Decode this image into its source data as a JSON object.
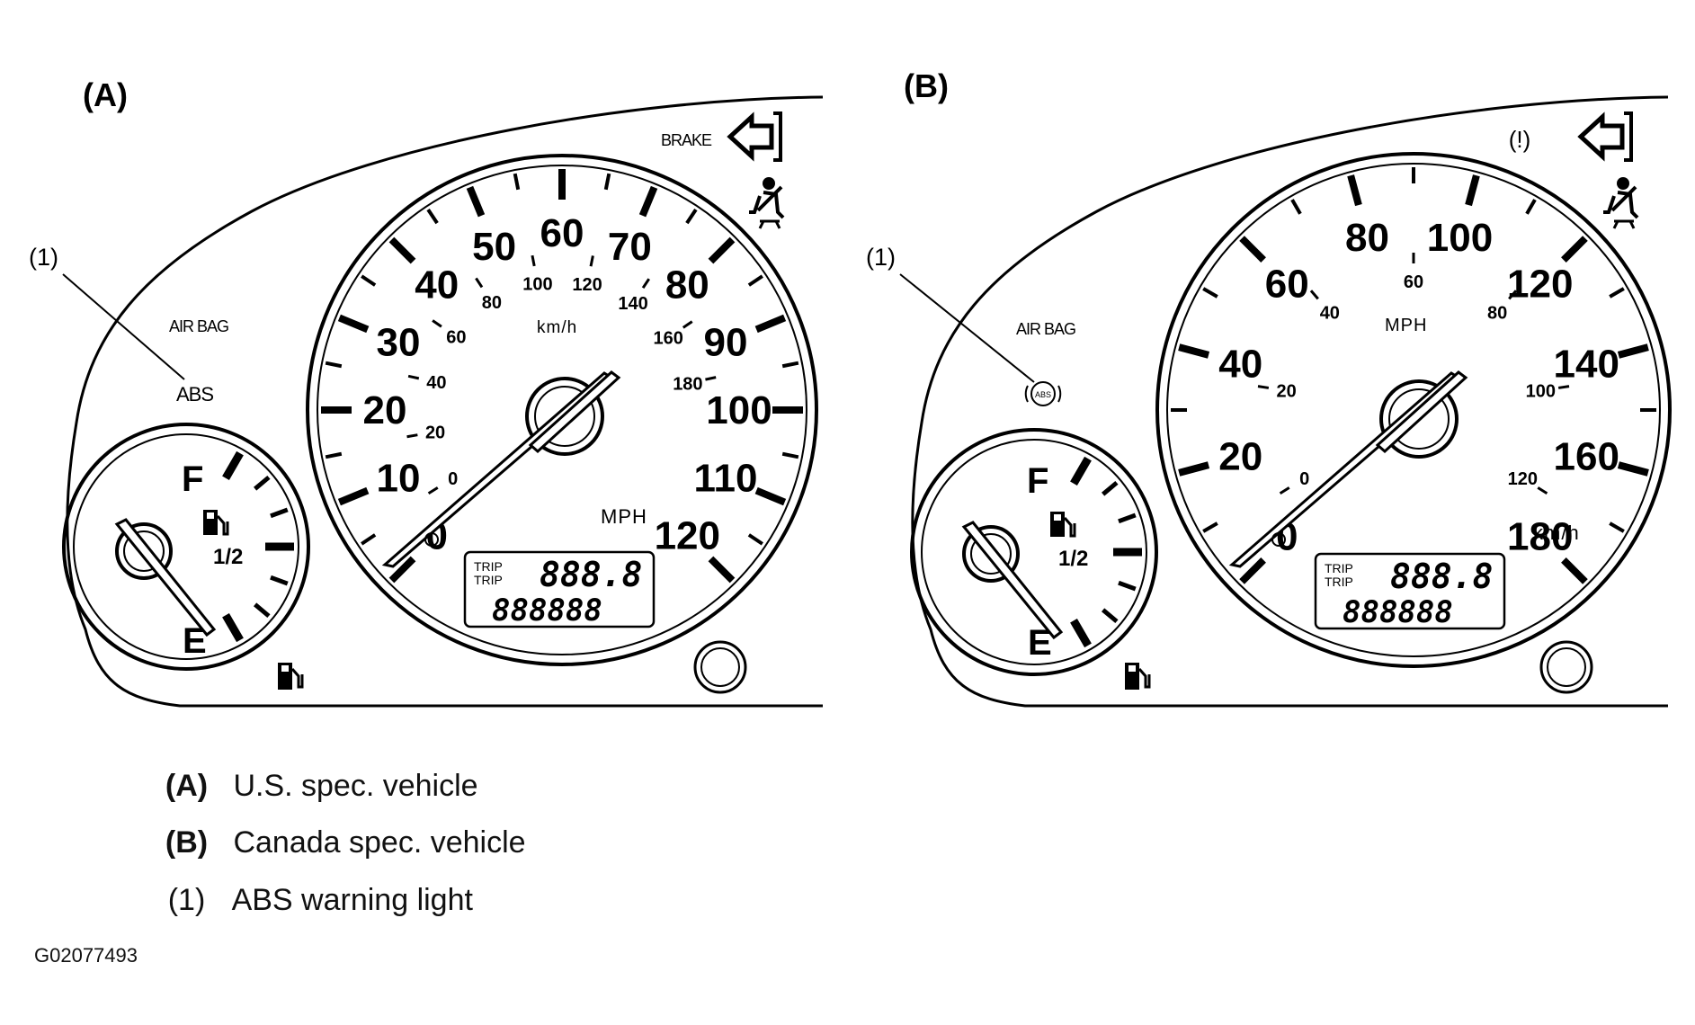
{
  "panels": [
    {
      "label": "(A)",
      "callout": "(1)",
      "airbag": "AIR BAG",
      "abs_text": "ABS",
      "abs_symbol": "",
      "brake_text": "BRAKE",
      "main_dial": [
        "0",
        "10",
        "20",
        "30",
        "40",
        "50",
        "60",
        "70",
        "80",
        "90",
        "100",
        "110",
        "120"
      ],
      "inner_dial": [
        "0",
        "20",
        "40",
        "60",
        "80",
        "100",
        "120",
        "140",
        "160",
        "180"
      ],
      "main_unit": "MPH",
      "inner_unit": "km/h",
      "odo": {
        "trip1": "TRIP",
        "trip2": "TRIP",
        "trip_value": "888.8",
        "odo_value": "888888"
      },
      "fuel": {
        "full": "F",
        "half": "1/2",
        "empty": "E"
      }
    },
    {
      "label": "(B)",
      "callout": "(1)",
      "airbag": "AIR BAG",
      "abs_text": "",
      "abs_symbol": "ABS",
      "brake_text": "(!)",
      "main_dial": [
        "0",
        "20",
        "40",
        "60",
        "80",
        "100",
        "120",
        "140",
        "160",
        "180"
      ],
      "inner_dial": [
        "0",
        "20",
        "40",
        "60",
        "80",
        "100",
        "120"
      ],
      "main_unit": "km/h",
      "inner_unit": "MPH",
      "odo": {
        "trip1": "TRIP",
        "trip2": "TRIP",
        "trip_value": "888.8",
        "odo_value": "888888"
      },
      "fuel": {
        "full": "F",
        "half": "1/2",
        "empty": "E"
      }
    }
  ],
  "legend": [
    {
      "key": "(A)",
      "text": "U.S. spec. vehicle"
    },
    {
      "key": "(B)",
      "text": "Canada spec. vehicle"
    },
    {
      "key": "(1)",
      "text": "ABS warning light"
    }
  ],
  "figure_id": "G02077493",
  "icons": [
    "turn-signal-icon",
    "seatbelt-icon",
    "fuel-pump-icon",
    "abs-circle-icon"
  ]
}
